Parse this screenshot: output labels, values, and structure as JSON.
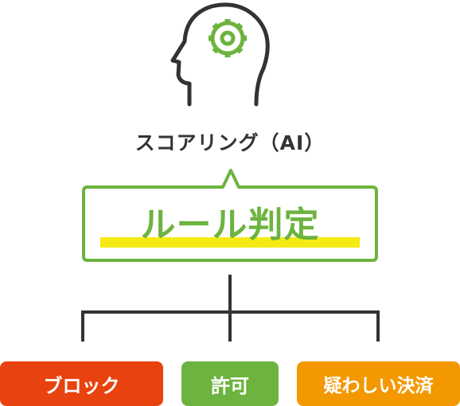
{
  "scoring_label": "スコアリング（AI）",
  "rule_label": "ルール判定",
  "icons": {
    "head": "head-with-gear-icon",
    "gear": "gear-icon"
  },
  "outcomes": [
    {
      "label": "ブロック",
      "color": "#e8430e"
    },
    {
      "label": "許可",
      "color": "#6db33f"
    },
    {
      "label": "疑わしい決済",
      "color": "#f39800"
    }
  ],
  "colors": {
    "accent_green": "#6db33f",
    "highlight_yellow": "#f5ea14",
    "line_dark": "#333333"
  }
}
